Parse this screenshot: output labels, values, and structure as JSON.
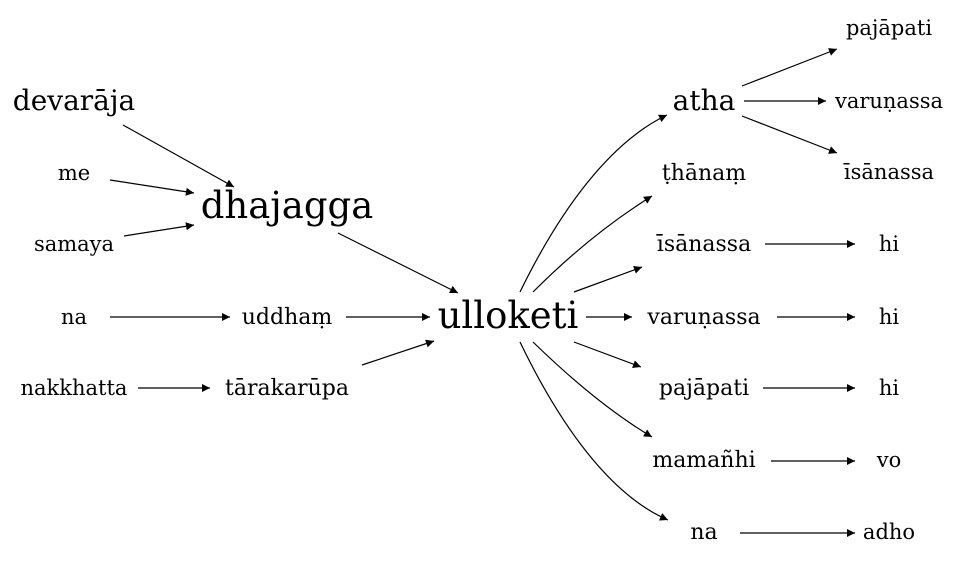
{
  "nodes": {
    "n_devaraja": "devarāja",
    "n_me": "me",
    "n_samaya": "samaya",
    "n_dhajagga": "dhajagga",
    "n_na_left": "na",
    "n_uddham": "uddhaṃ",
    "n_nakkhatta": "nakkhatta",
    "n_tarakarupa": "tārakarūpa",
    "n_ulloketi": "ulloketi",
    "n_atha": "atha",
    "n_thanam": "ṭhānaṃ",
    "n_isanassa_mid": "īsānassa",
    "n_varunassa_mid": "varuṇassa",
    "n_pajapati_mid": "pajāpati",
    "n_mamanhi": "mamañhi",
    "n_na_right": "na",
    "n_pajapati_top": "pajāpati",
    "n_varunassa_top": "varuṇassa",
    "n_isanassa_top": "īsānassa",
    "n_hi_1": "hi",
    "n_hi_2": "hi",
    "n_hi_3": "hi",
    "n_vo": "vo",
    "n_adho": "adho"
  },
  "edges": [
    [
      "n_devaraja",
      "n_dhajagga"
    ],
    [
      "n_me",
      "n_dhajagga"
    ],
    [
      "n_samaya",
      "n_dhajagga"
    ],
    [
      "n_dhajagga",
      "n_ulloketi"
    ],
    [
      "n_na_left",
      "n_uddham"
    ],
    [
      "n_uddham",
      "n_ulloketi"
    ],
    [
      "n_nakkhatta",
      "n_tarakarupa"
    ],
    [
      "n_tarakarupa",
      "n_ulloketi"
    ],
    [
      "n_ulloketi",
      "n_atha"
    ],
    [
      "n_ulloketi",
      "n_thanam"
    ],
    [
      "n_ulloketi",
      "n_isanassa_mid"
    ],
    [
      "n_ulloketi",
      "n_varunassa_mid"
    ],
    [
      "n_ulloketi",
      "n_pajapati_mid"
    ],
    [
      "n_ulloketi",
      "n_mamanhi"
    ],
    [
      "n_ulloketi",
      "n_na_right"
    ],
    [
      "n_atha",
      "n_pajapati_top"
    ],
    [
      "n_atha",
      "n_varunassa_top"
    ],
    [
      "n_atha",
      "n_isanassa_top"
    ],
    [
      "n_isanassa_mid",
      "n_hi_1"
    ],
    [
      "n_varunassa_mid",
      "n_hi_2"
    ],
    [
      "n_pajapati_mid",
      "n_hi_3"
    ],
    [
      "n_mamanhi",
      "n_vo"
    ],
    [
      "n_na_right",
      "n_adho"
    ]
  ]
}
